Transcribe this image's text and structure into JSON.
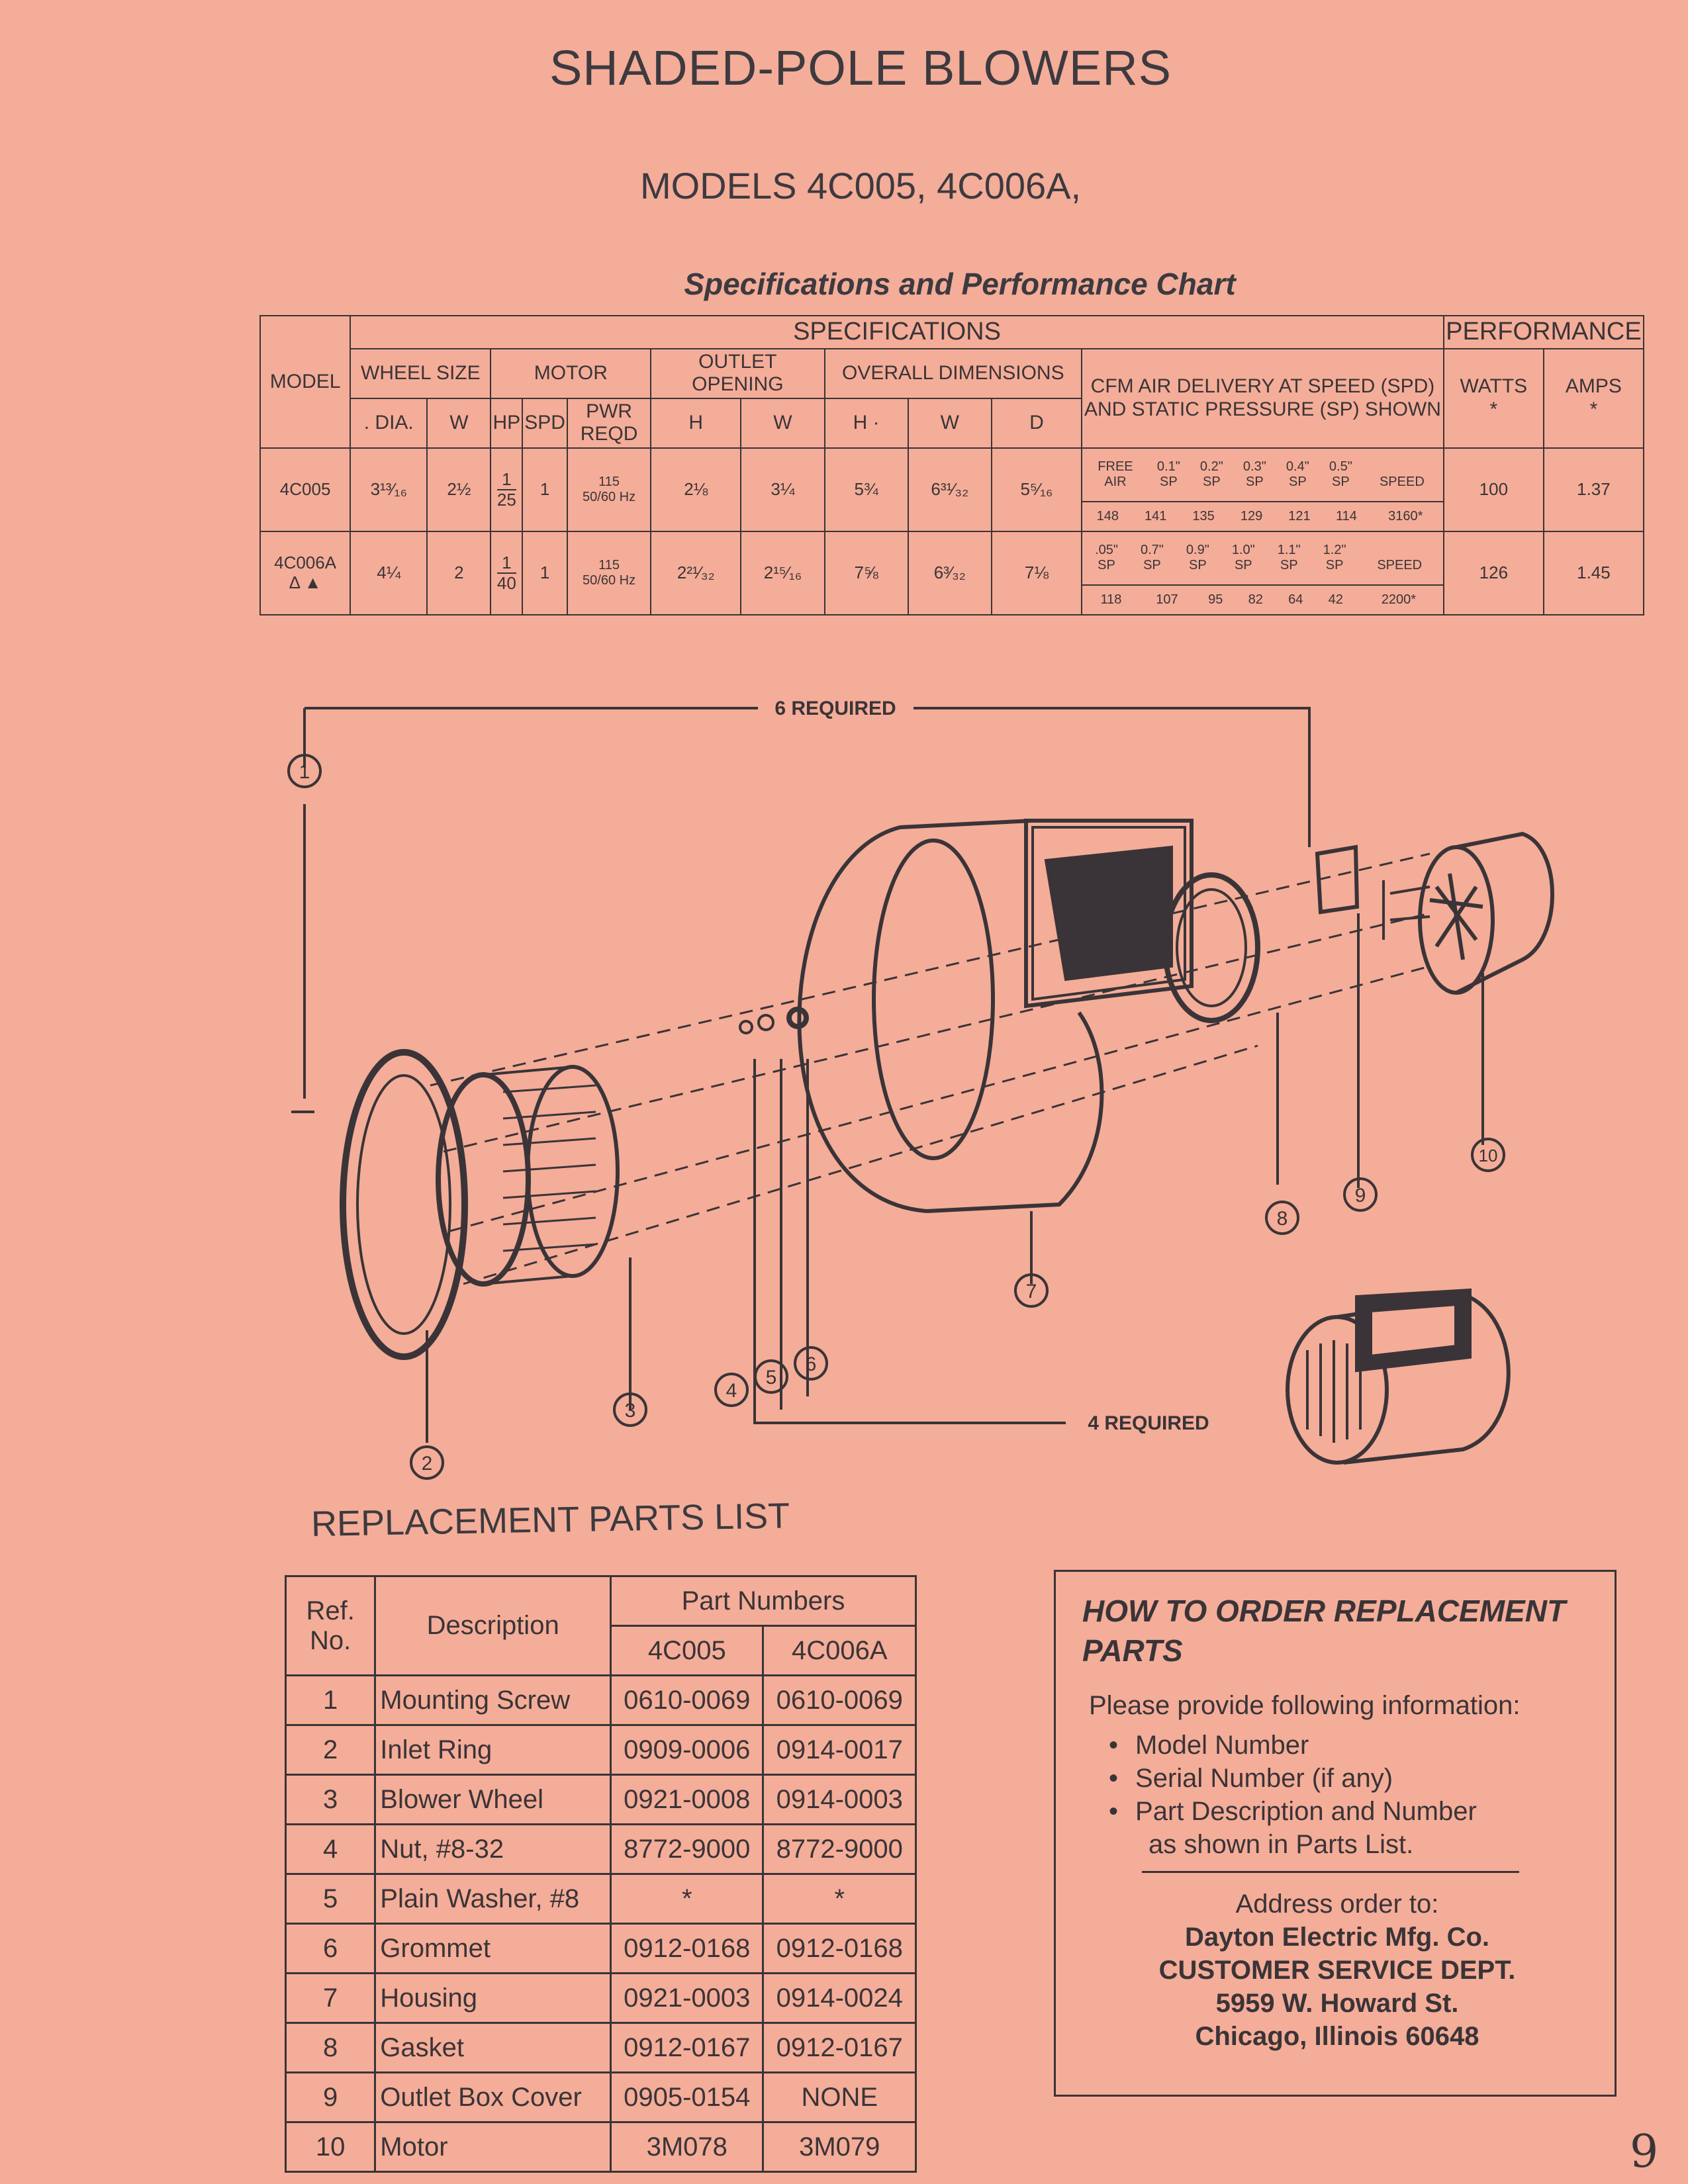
{
  "title": "SHADED-POLE BLOWERS",
  "models": "MODELS 4C005, 4C006A,",
  "chart_title": "Specifications and Performance Chart",
  "spec_table": {
    "specifications": "SPECIFICATIONS",
    "performance": "PERFORMANCE",
    "model": "MODEL",
    "wheel_size": "WHEEL SIZE",
    "motor": "MOTOR",
    "outlet_opening": "OUTLET OPENING",
    "overall_dimensions": "OVERALL DIMENSIONS",
    "cfm": "CFM AIR DELIVERY AT SPEED (SPD) AND STATIC PRESSURE (SP) SHOWN",
    "watts": "WATTS",
    "amps": "AMPS",
    "asterisk": "*",
    "dia": ". DIA.",
    "w": "W",
    "hp": "HP",
    "spd": "SPD",
    "pwr_reqd": "PWR REQD",
    "h": "H",
    "h_overall": "H ·",
    "d": "D",
    "rows": [
      {
        "model": "4C005",
        "model_mark": "",
        "dia": "3¹³⁄₁₆",
        "w": "2½",
        "hp_num": "1",
        "hp_den": "25",
        "spd": "1",
        "pwr_v": "115",
        "pwr_hz": "50/60 Hz",
        "outlet_h": "2⅛",
        "outlet_w": "3¼",
        "over_h": "5¾",
        "over_w": "6³¹⁄₃₂",
        "over_d": "5⁵⁄₁₆",
        "perf_heads_1": [
          "FREE",
          "0.1\"",
          "0.2\"",
          "0.3\"",
          "0.4\"",
          "0.5\"",
          ""
        ],
        "perf_heads_2": [
          "AIR",
          "SP",
          "SP",
          "SP",
          "SP",
          "SP",
          "SPEED"
        ],
        "perf_values": [
          "148",
          "141",
          "135",
          "129",
          "121",
          "114",
          "3160*"
        ],
        "watts": "100",
        "amps": "1.37"
      },
      {
        "model": "4C006A",
        "model_mark": "Δ ▲",
        "dia": "4¼",
        "w": "2",
        "hp_num": "1",
        "hp_den": "40",
        "spd": "1",
        "pwr_v": "115",
        "pwr_hz": "50/60 Hz",
        "outlet_h": "2²¹⁄₃₂",
        "outlet_w": "2¹⁵⁄₁₆",
        "over_h": "7⅝",
        "over_w": "6³⁄₃₂",
        "over_d": "7⅛",
        "perf_heads_1": [
          ".05\"",
          "0.7\"",
          "0.9\"",
          "1.0\"",
          "1.1\"",
          "1.2\"",
          ""
        ],
        "perf_heads_2": [
          "SP",
          "SP",
          "SP",
          "SP",
          "SP",
          "SP",
          "SPEED"
        ],
        "perf_values": [
          "118",
          "107",
          "95",
          "82",
          "64",
          "42",
          "2200*"
        ],
        "watts": "126",
        "amps": "1.45"
      }
    ]
  },
  "diagram": {
    "six_required": "6 REQUIRED",
    "four_required": "4 REQUIRED",
    "callouts": [
      "1",
      "2",
      "3",
      "4",
      "5",
      "6",
      "7",
      "8",
      "9",
      "10"
    ]
  },
  "parts_list": {
    "title": "REPLACEMENT PARTS LIST",
    "ref_no": "Ref. No.",
    "description": "Description",
    "part_numbers": "Part Numbers",
    "col_a": "4C005",
    "col_b": "4C006A",
    "rows": [
      {
        "ref": "1",
        "desc": "Mounting Screw",
        "a": "0610-0069",
        "b": "0610-0069"
      },
      {
        "ref": "2",
        "desc": "Inlet Ring",
        "a": "0909-0006",
        "b": "0914-0017"
      },
      {
        "ref": "3",
        "desc": "Blower Wheel",
        "a": "0921-0008",
        "b": "0914-0003"
      },
      {
        "ref": "4",
        "desc": "Nut, #8-32",
        "a": "8772-9000",
        "b": "8772-9000"
      },
      {
        "ref": "5",
        "desc": "Plain Washer, #8",
        "a": "*",
        "b": "*"
      },
      {
        "ref": "6",
        "desc": "Grommet",
        "a": "0912-0168",
        "b": "0912-0168"
      },
      {
        "ref": "7",
        "desc": "Housing",
        "a": "0921-0003",
        "b": "0914-0024"
      },
      {
        "ref": "8",
        "desc": "Gasket",
        "a": "0912-0167",
        "b": "0912-0167"
      },
      {
        "ref": "9",
        "desc": "Outlet Box Cover",
        "a": "0905-0154",
        "b": "NONE"
      },
      {
        "ref": "10",
        "desc": "Motor",
        "a": "3M078",
        "b": "3M079"
      }
    ]
  },
  "order_box": {
    "title": "HOW TO ORDER REPLACEMENT PARTS",
    "intro": "Please provide following information:",
    "bullets": [
      "Model Number",
      "Serial Number (if any)",
      "Part Description and Number"
    ],
    "note": "as shown in Parts List.",
    "address_label": "Address order to:",
    "company": "Dayton Electric Mfg. Co.",
    "dept": "CUSTOMER SERVICE DEPT.",
    "street": "5959 W. Howard St.",
    "city": "Chicago, Illinois 60648"
  },
  "page_number": "9",
  "colors": {
    "paper": "#f4ad98",
    "ink": "#3a3438"
  }
}
